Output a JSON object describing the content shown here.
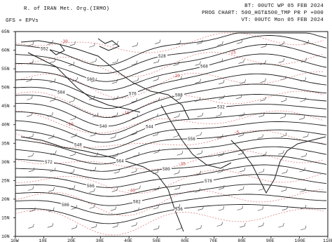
{
  "header": {
    "agency": "R. of IRAN Met. Org.(IRMO)",
    "model": "GFS + EPVs",
    "init": "BT: 00UTC WP 05 FEB 2024",
    "product": "PROG CHART: 500_HGT&500_TMP PR P +000",
    "valid": "VT: 00UTC Mon 05 FEB 2024"
  },
  "colors": {
    "height_contour": "#1a1a1a",
    "temperature_contour": "#d97070",
    "coastline": "#1a1a1a",
    "temperature_label": "#c23b3b"
  },
  "axes": {
    "lat_ticks": [
      "65N",
      "60N",
      "55N",
      "50N",
      "45N",
      "40N",
      "35N",
      "30N",
      "25N",
      "20N",
      "15N",
      "10N"
    ],
    "lon_ticks": [
      "10W",
      "10E",
      "20E",
      "30E",
      "40E",
      "50E",
      "60E",
      "70E",
      "80E",
      "90E",
      "100E",
      "110E"
    ]
  },
  "contour_labels": [
    "552",
    "528",
    "560",
    "568",
    "576",
    "584",
    "588",
    "540",
    "532",
    "544",
    "548",
    "556",
    "564",
    "572",
    "580",
    "566",
    "578",
    "582",
    "586",
    "536"
  ],
  "temperature_labels": [
    "-30",
    "-25",
    "-20",
    "-15",
    "-10",
    "-5",
    "-35",
    "-40"
  ]
}
